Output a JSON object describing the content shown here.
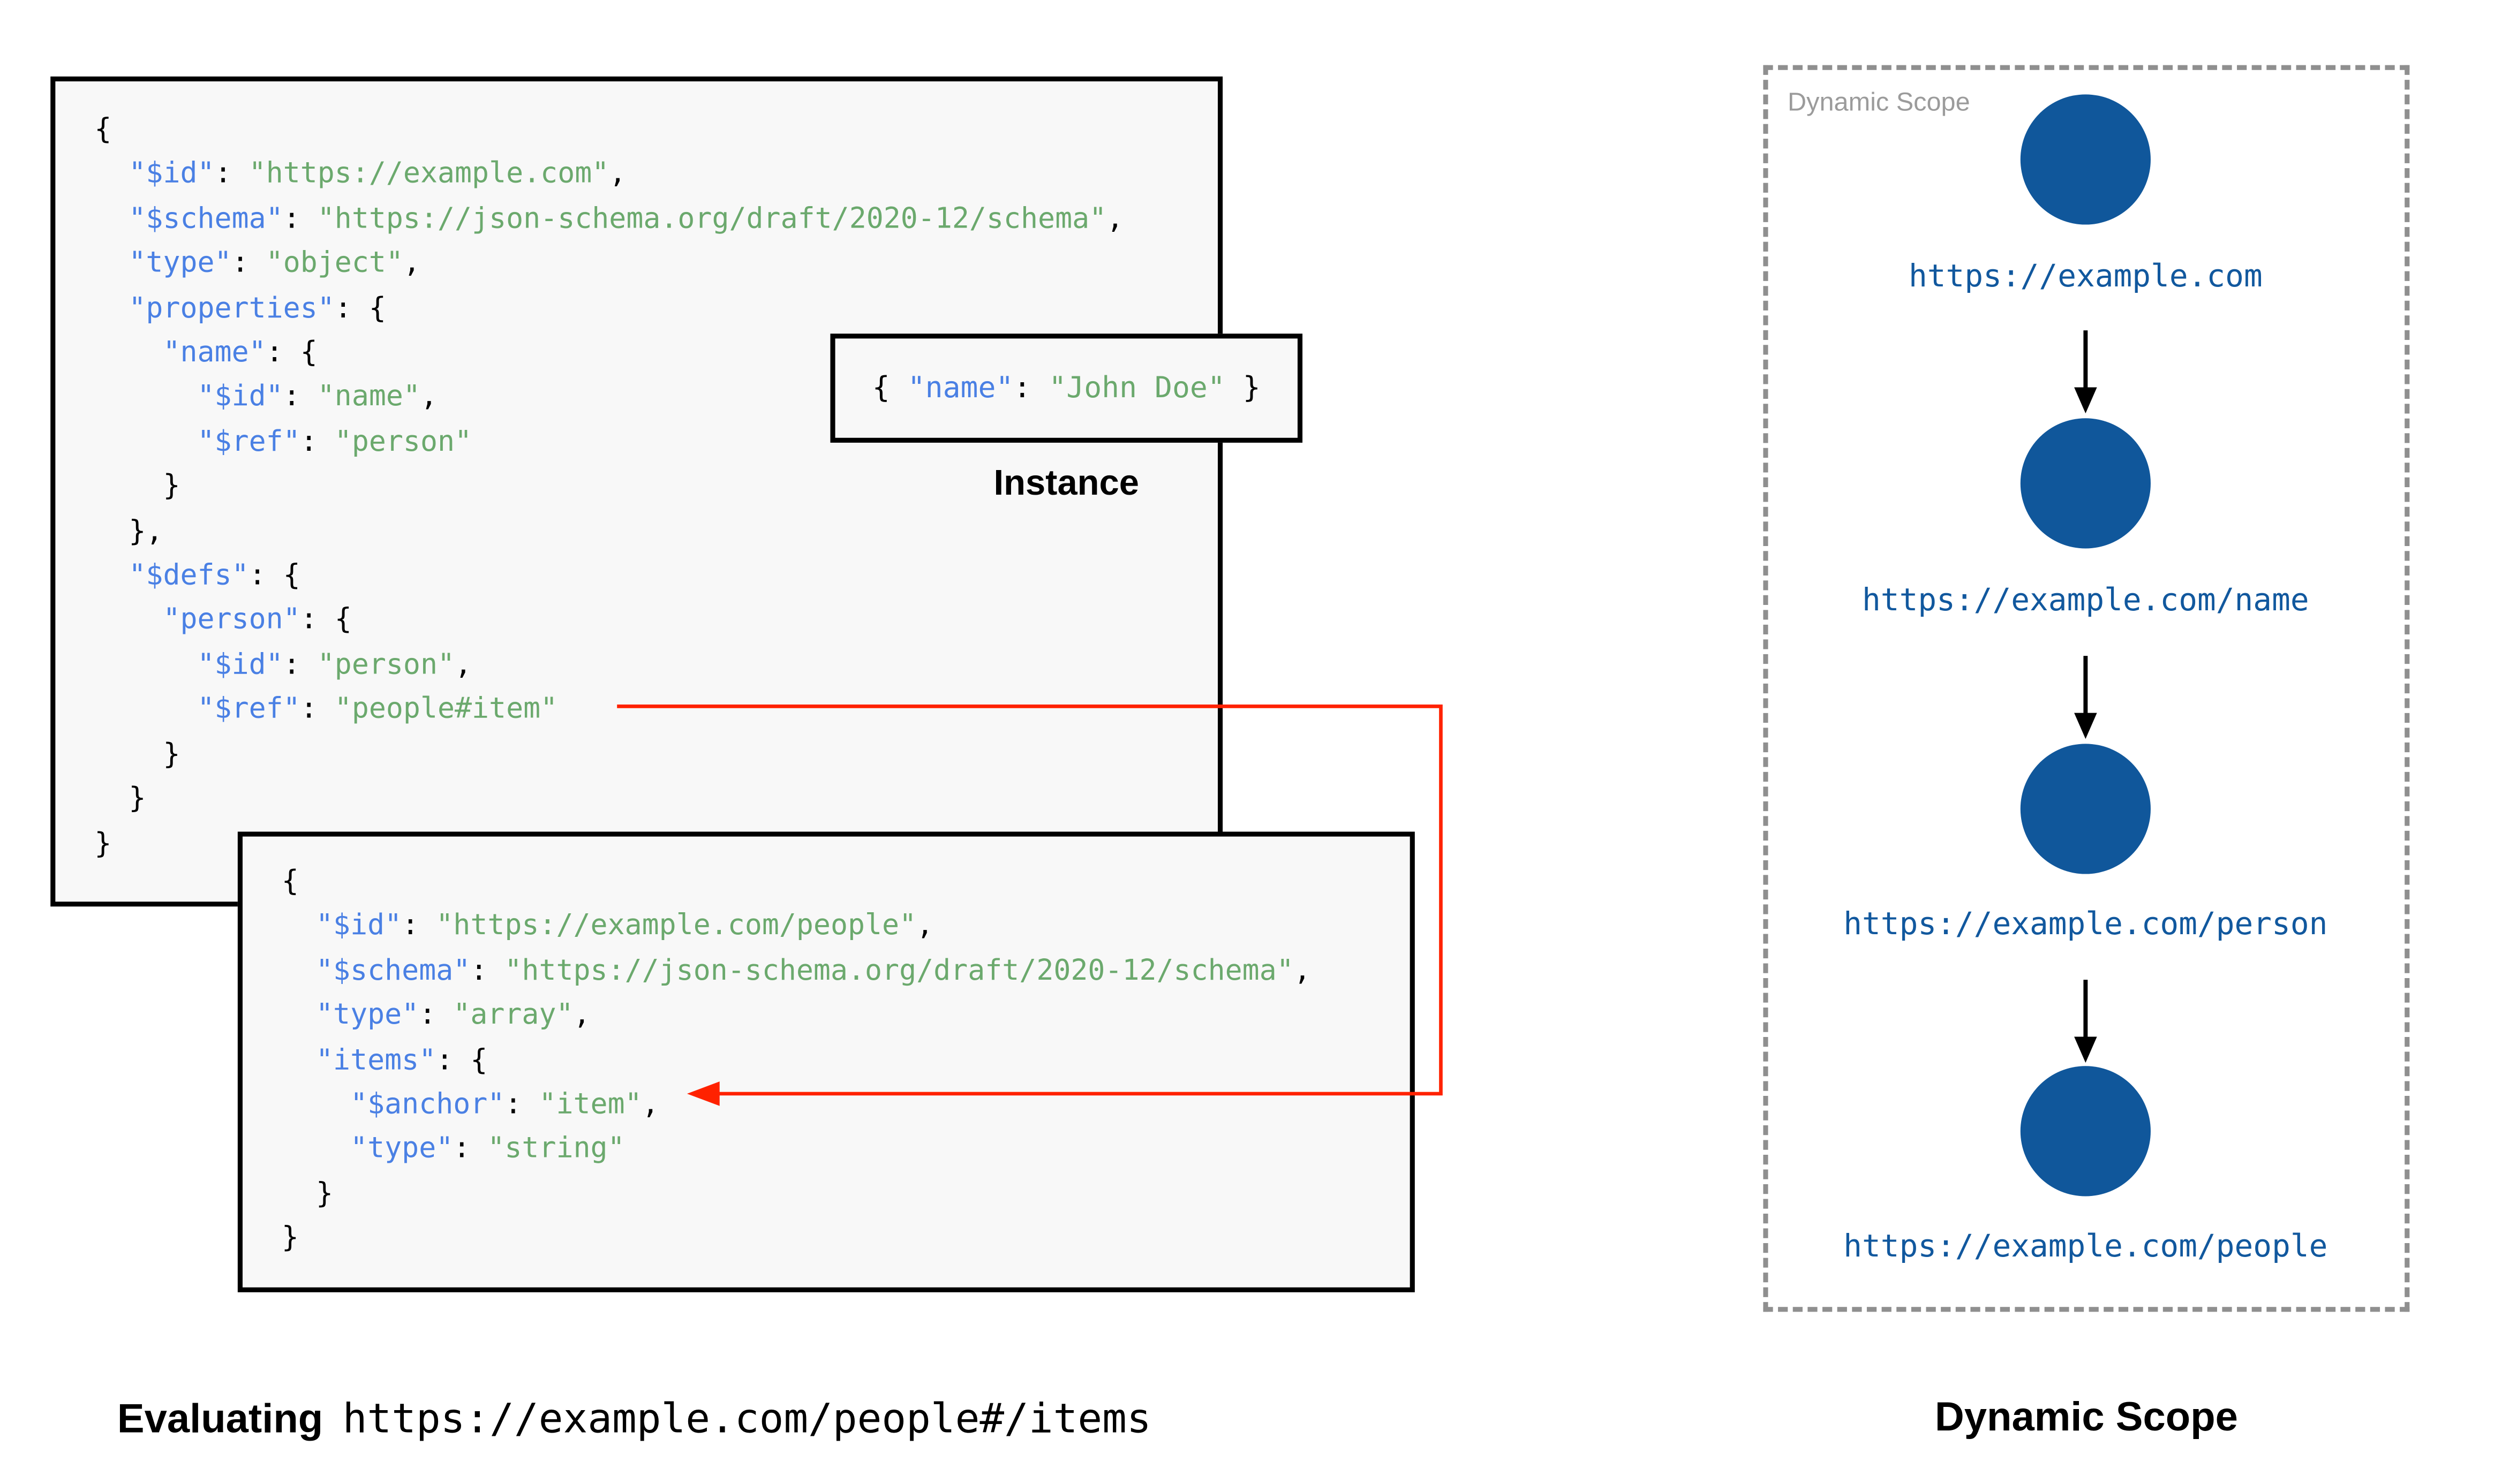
{
  "colors": {
    "page_background": "#ffffff",
    "box_background": "#f8f8f8",
    "box_border": "#000000",
    "code_key": "#4a80e4",
    "code_string": "#6ba96d",
    "code_punct": "#000000",
    "node_fill": "#10579b",
    "node_label": "#11589e",
    "scope_border": "#8f8f8f",
    "watermark_gray": "#9b9b9b",
    "reference_arrow_red": "#ff2200",
    "flow_arrow_black": "#000000"
  },
  "schema_root": {
    "lines": [
      [
        [
          "p",
          "{"
        ]
      ],
      [
        [
          "p",
          "  "
        ],
        [
          "k",
          "\"$id\""
        ],
        [
          "p",
          ": "
        ],
        [
          "s",
          "\"https://example.com\""
        ],
        [
          "p",
          ","
        ]
      ],
      [
        [
          "p",
          "  "
        ],
        [
          "k",
          "\"$schema\""
        ],
        [
          "p",
          ": "
        ],
        [
          "s",
          "\"https://json-schema.org/draft/2020-12/schema\""
        ],
        [
          "p",
          ","
        ]
      ],
      [
        [
          "p",
          "  "
        ],
        [
          "k",
          "\"type\""
        ],
        [
          "p",
          ": "
        ],
        [
          "s",
          "\"object\""
        ],
        [
          "p",
          ","
        ]
      ],
      [
        [
          "p",
          "  "
        ],
        [
          "k",
          "\"properties\""
        ],
        [
          "p",
          ": {"
        ]
      ],
      [
        [
          "p",
          "    "
        ],
        [
          "k",
          "\"name\""
        ],
        [
          "p",
          ": {"
        ]
      ],
      [
        [
          "p",
          "      "
        ],
        [
          "k",
          "\"$id\""
        ],
        [
          "p",
          ": "
        ],
        [
          "s",
          "\"name\""
        ],
        [
          "p",
          ","
        ]
      ],
      [
        [
          "p",
          "      "
        ],
        [
          "k",
          "\"$ref\""
        ],
        [
          "p",
          ": "
        ],
        [
          "s",
          "\"person\""
        ]
      ],
      [
        [
          "p",
          "    }"
        ]
      ],
      [
        [
          "p",
          "  },"
        ]
      ],
      [
        [
          "p",
          "  "
        ],
        [
          "k",
          "\"$defs\""
        ],
        [
          "p",
          ": {"
        ]
      ],
      [
        [
          "p",
          "    "
        ],
        [
          "k",
          "\"person\""
        ],
        [
          "p",
          ": {"
        ]
      ],
      [
        [
          "p",
          "      "
        ],
        [
          "k",
          "\"$id\""
        ],
        [
          "p",
          ": "
        ],
        [
          "s",
          "\"person\""
        ],
        [
          "p",
          ","
        ]
      ],
      [
        [
          "p",
          "      "
        ],
        [
          "k",
          "\"$ref\""
        ],
        [
          "p",
          ": "
        ],
        [
          "s",
          "\"people#item\""
        ]
      ],
      [
        [
          "p",
          "    }"
        ]
      ],
      [
        [
          "p",
          "  }"
        ]
      ],
      [
        [
          "p",
          "}"
        ]
      ]
    ]
  },
  "schema_people": {
    "lines": [
      [
        [
          "p",
          "{"
        ]
      ],
      [
        [
          "p",
          "  "
        ],
        [
          "k",
          "\"$id\""
        ],
        [
          "p",
          ": "
        ],
        [
          "s",
          "\"https://example.com/people\""
        ],
        [
          "p",
          ","
        ]
      ],
      [
        [
          "p",
          "  "
        ],
        [
          "k",
          "\"$schema\""
        ],
        [
          "p",
          ": "
        ],
        [
          "s",
          "\"https://json-schema.org/draft/2020-12/schema\""
        ],
        [
          "p",
          ","
        ]
      ],
      [
        [
          "p",
          "  "
        ],
        [
          "k",
          "\"type\""
        ],
        [
          "p",
          ": "
        ],
        [
          "s",
          "\"array\""
        ],
        [
          "p",
          ","
        ]
      ],
      [
        [
          "p",
          "  "
        ],
        [
          "k",
          "\"items\""
        ],
        [
          "p",
          ": {"
        ]
      ],
      [
        [
          "p",
          "    "
        ],
        [
          "k",
          "\"$anchor\""
        ],
        [
          "p",
          ": "
        ],
        [
          "s",
          "\"item\""
        ],
        [
          "p",
          ","
        ]
      ],
      [
        [
          "p",
          "    "
        ],
        [
          "k",
          "\"type\""
        ],
        [
          "p",
          ": "
        ],
        [
          "s",
          "\"string\""
        ]
      ],
      [
        [
          "p",
          "  }"
        ]
      ],
      [
        [
          "p",
          "}"
        ]
      ]
    ]
  },
  "instance": {
    "tokens": [
      [
        "p",
        "{ "
      ],
      [
        "k",
        "\"name\""
      ],
      [
        "p",
        ": "
      ],
      [
        "s",
        "\"John Doe\""
      ],
      [
        "p",
        " }"
      ]
    ],
    "label": "Instance"
  },
  "scope": {
    "watermark": "Dynamic Scope",
    "nodes": [
      "https://example.com",
      "https://example.com/name",
      "https://example.com/person",
      "https://example.com/people"
    ]
  },
  "captions": {
    "evaluating_label": "Evaluating",
    "evaluating_target": "https://example.com/people#/items",
    "scope_title": "Dynamic Scope"
  }
}
